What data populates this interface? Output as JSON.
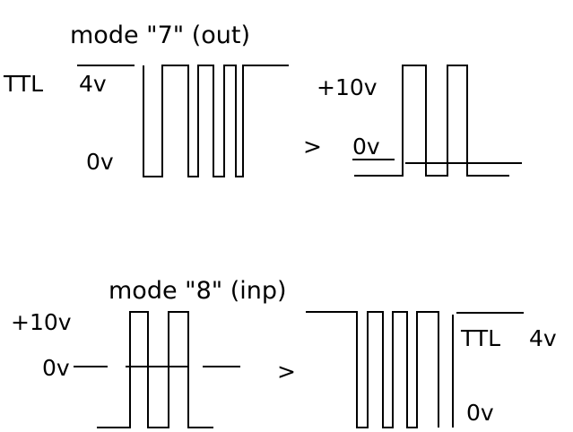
{
  "colors": {
    "ink": "#000000",
    "background": "#ffffff"
  },
  "mode7": {
    "title": "mode \"7\" (out)",
    "ttl_label": "TTL",
    "high_label": "4v",
    "low_label": "0v",
    "arrow": ">",
    "out_high_label": "+10v",
    "out_zero_label": "0v"
  },
  "mode8": {
    "title": "mode \"8\" (inp)",
    "in_high_label": "+10v",
    "in_zero_label": "0v",
    "arrow": ">",
    "ttl_label": "TTL",
    "high_label": "4v",
    "low_label": "0v"
  }
}
